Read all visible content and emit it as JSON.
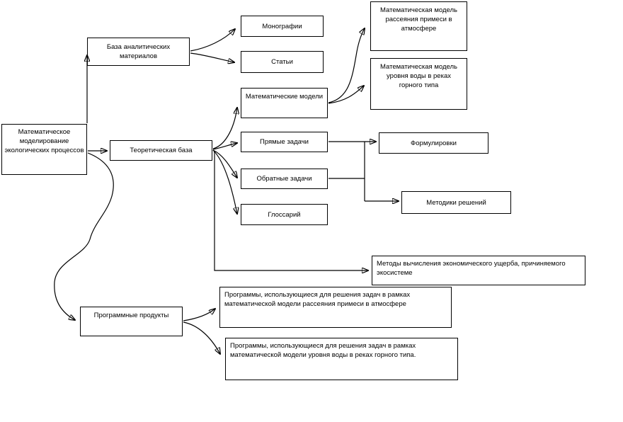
{
  "diagram": {
    "title": "Структура: математическое моделирование экологических процессов",
    "background_color": "#ffffff",
    "line_color": "#000000",
    "box_border_color": "#000000",
    "nodes": {
      "root": {
        "label": "Математическое\nмоделирование\nэкологических процессов"
      },
      "analytics_base": {
        "label": "База аналитических\nматериалов"
      },
      "monographs": {
        "label": "Монографии"
      },
      "articles": {
        "label": "Статьи"
      },
      "theory_base": {
        "label": "Теоретическая база"
      },
      "math_models": {
        "label": "Математические модели"
      },
      "direct_tasks": {
        "label": "Прямые задачи"
      },
      "inverse_tasks": {
        "label": "Обратные задачи"
      },
      "glossary": {
        "label": "Глоссарий"
      },
      "formulations": {
        "label": "Формулировки"
      },
      "solution_methods": {
        "label": "Методики решений"
      },
      "model_atmosphere": {
        "label": "Математическая модель\nрассеяния примеси в\nатмосфере"
      },
      "model_rivers": {
        "label": "Математическая модель\nуровня воды в реках\nгорного типа"
      },
      "damage_methods": {
        "label": "Методы вычисления экономического ущерба, причиняемого\nэкосистеме"
      },
      "software_products": {
        "label": "Программные продукты"
      },
      "programs_atmosphere": {
        "label": "Программы, использующиеся для решения задач в рамках\nматематической модели рассеяния примеси в атмосфере"
      },
      "programs_rivers": {
        "label": "Программы, использующиеся для решения задач в рамках\nматематической модели уровня воды в реках горного типа."
      }
    },
    "edges": [
      {
        "from": "root",
        "to": "analytics_base"
      },
      {
        "from": "root",
        "to": "theory_base"
      },
      {
        "from": "root",
        "to": "software_products"
      },
      {
        "from": "analytics_base",
        "to": "monographs"
      },
      {
        "from": "analytics_base",
        "to": "articles"
      },
      {
        "from": "theory_base",
        "to": "math_models"
      },
      {
        "from": "theory_base",
        "to": "direct_tasks"
      },
      {
        "from": "theory_base",
        "to": "inverse_tasks"
      },
      {
        "from": "theory_base",
        "to": "glossary"
      },
      {
        "from": "theory_base",
        "to": "damage_methods"
      },
      {
        "from": "math_models",
        "to": "model_atmosphere"
      },
      {
        "from": "math_models",
        "to": "model_rivers"
      },
      {
        "from": "direct_tasks",
        "to": "formulations"
      },
      {
        "from": "inverse_tasks",
        "to": "solution_methods"
      },
      {
        "from": "software_products",
        "to": "programs_atmosphere"
      },
      {
        "from": "software_products",
        "to": "programs_rivers"
      }
    ]
  }
}
